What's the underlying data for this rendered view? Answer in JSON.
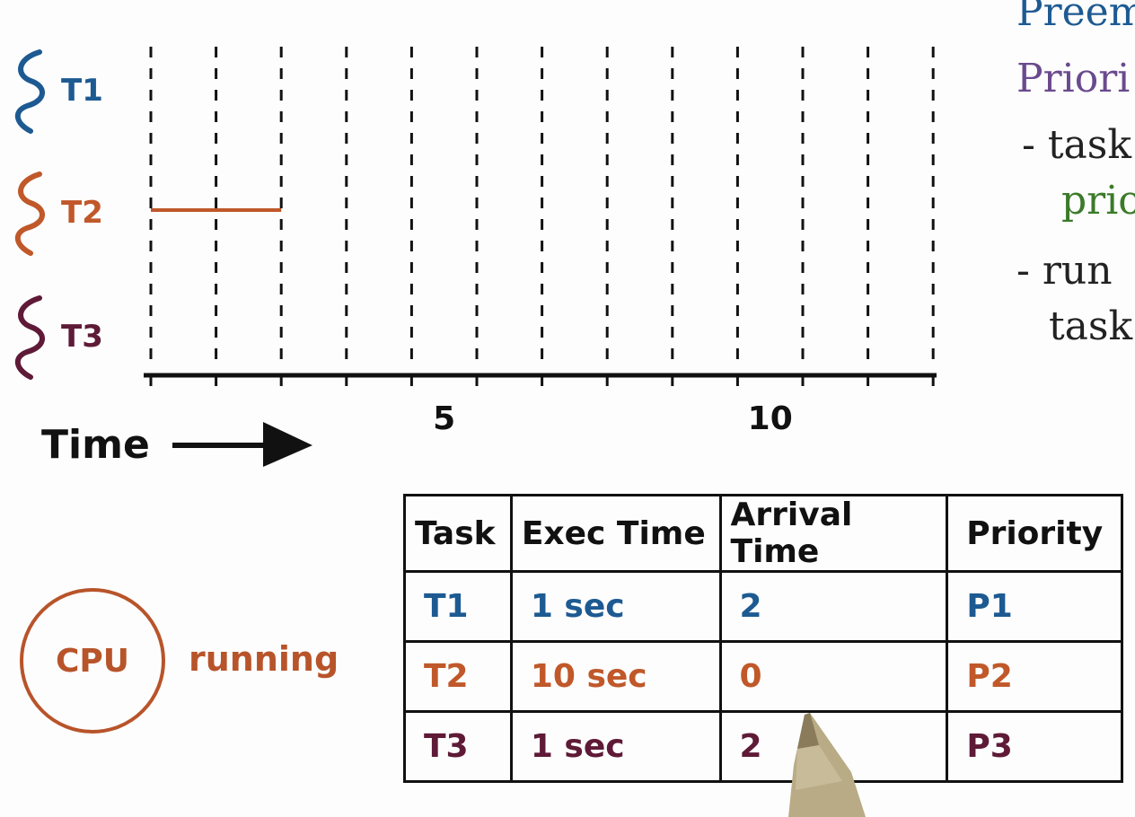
{
  "timeline": {
    "tasks": [
      {
        "label": "T1",
        "color": "#1d5a92"
      },
      {
        "label": "T2",
        "color": "#c0582a"
      },
      {
        "label": "T3",
        "color": "#5e1a36"
      }
    ],
    "tick_count": 13,
    "tick_labels": [
      {
        "value": 5,
        "text": "5"
      },
      {
        "value": 10,
        "text": "10"
      }
    ],
    "run_segments": [
      {
        "task": "T2",
        "start": 0,
        "end": 2
      }
    ],
    "axis_label": "Time"
  },
  "cpu": {
    "label": "CPU",
    "status": "running",
    "color": "#b8542a"
  },
  "table": {
    "headers": [
      "Task",
      "Exec Time",
      "Arrival Time",
      "Priority"
    ],
    "rows": [
      {
        "task": "T1",
        "exec_time": "1 sec",
        "arrival_time": "2",
        "priority": "P1",
        "color": "#1d5a92"
      },
      {
        "task": "T2",
        "exec_time": "10 sec",
        "arrival_time": "0",
        "priority": "P2",
        "color": "#c0582a"
      },
      {
        "task": "T3",
        "exec_time": "1 sec",
        "arrival_time": "2",
        "priority": "P3",
        "color": "#5e1a36"
      }
    ]
  },
  "notes": [
    {
      "text": "Preem",
      "color": "#1d5a92"
    },
    {
      "text": "Priori",
      "color": "#6a4a8e"
    },
    {
      "text": "- task",
      "color": "#222222"
    },
    {
      "text": "prio",
      "color": "#3b7a2a"
    },
    {
      "text": "- run",
      "color": "#222222"
    },
    {
      "text": "task",
      "color": "#222222"
    }
  ]
}
